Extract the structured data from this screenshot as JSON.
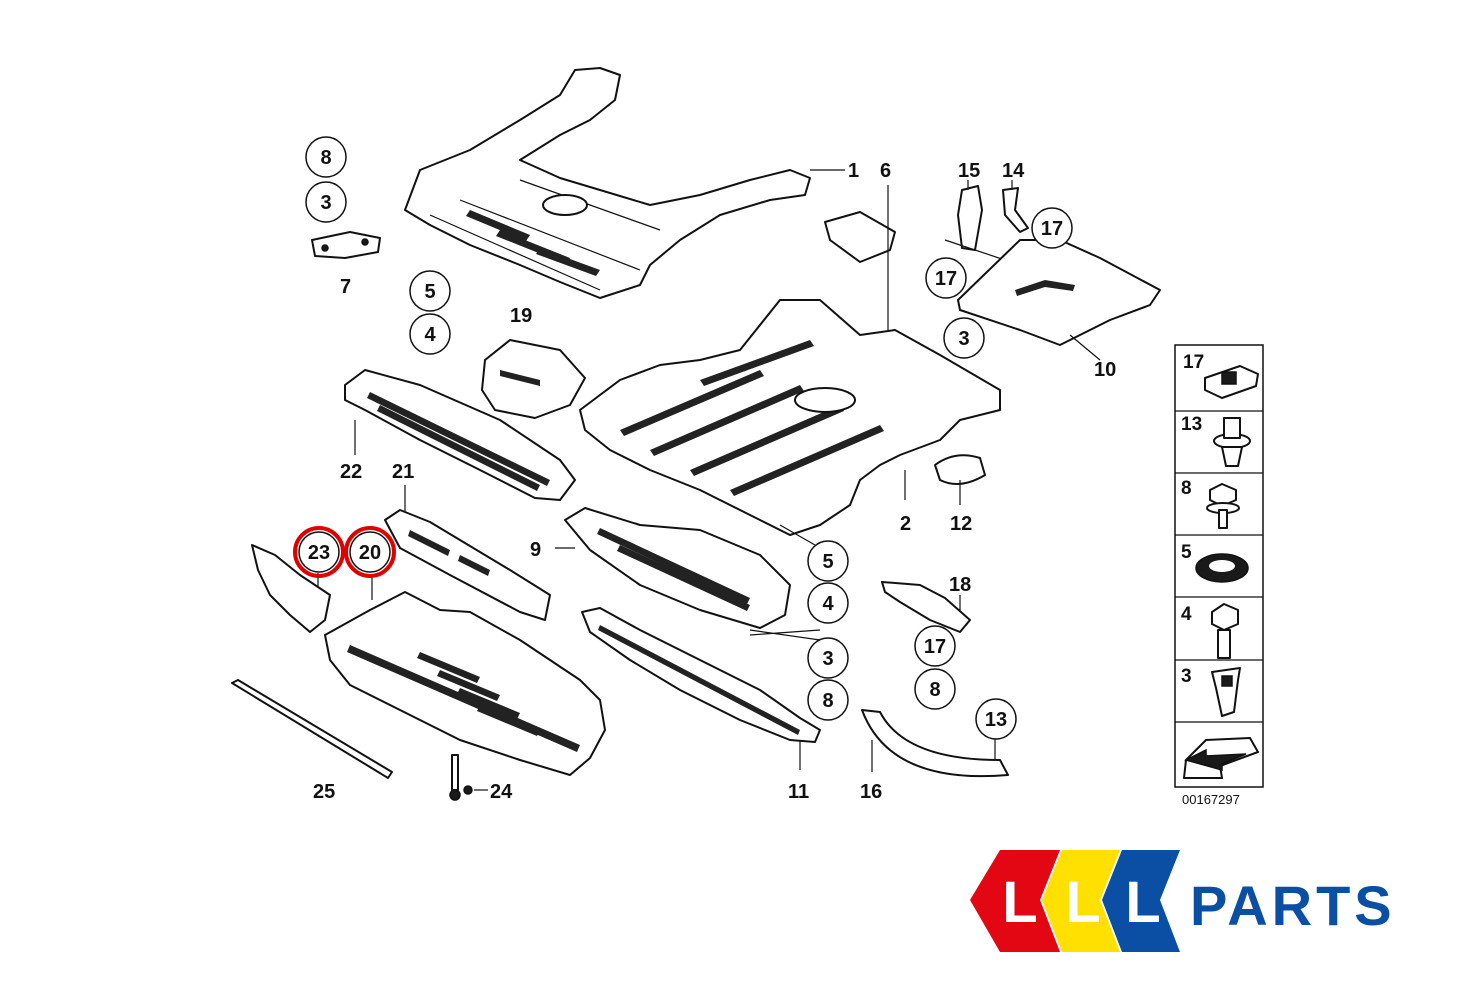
{
  "diagram": {
    "labels": {
      "n1": "1",
      "n2": "2",
      "n6": "6",
      "n7": "7",
      "n9": "9",
      "n10": "10",
      "n11": "11",
      "n12": "12",
      "n14": "14",
      "n15": "15",
      "n16": "16",
      "n18": "18",
      "n19": "19",
      "n21": "21",
      "n22": "22",
      "n24": "24",
      "n25": "25"
    },
    "circled": {
      "c8a": "8",
      "c3a": "3",
      "c5a": "5",
      "c4a": "4",
      "c17a": "17",
      "c17b": "17",
      "c3b": "3",
      "c5b": "5",
      "c4b": "4",
      "c3c": "3",
      "c8b": "8",
      "c17c": "17",
      "c8c": "8",
      "c13": "13",
      "c23": "23",
      "c20": "20"
    },
    "highlighted": [
      "23",
      "20"
    ],
    "highlight_color": "#e00000"
  },
  "legend": {
    "items": [
      {
        "num": "17",
        "icon": "nut-clip-icon"
      },
      {
        "num": "13",
        "icon": "expansion-rivet-icon"
      },
      {
        "num": "8",
        "icon": "flange-screw-icon"
      },
      {
        "num": "5",
        "icon": "washer-icon"
      },
      {
        "num": "4",
        "icon": "hex-bolt-icon"
      },
      {
        "num": "3",
        "icon": "spreader-nut-icon"
      },
      {
        "num": "",
        "icon": "direction-arrow-icon"
      }
    ],
    "code": "00167297"
  },
  "logo": {
    "letters": [
      "L",
      "L",
      "L"
    ],
    "text": "PARTS",
    "colors": {
      "red": "#e30613",
      "yellow": "#ffe000",
      "blue": "#0a4fa3",
      "text": "#0a4fa3"
    }
  }
}
